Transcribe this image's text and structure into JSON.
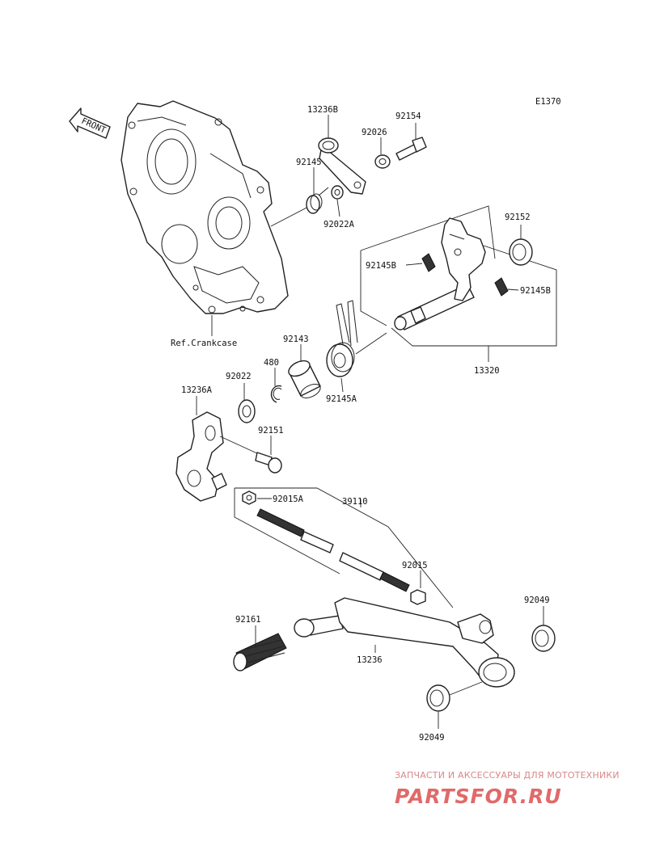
{
  "diagram_code": "E1370",
  "front_label": "FRONT",
  "ref_label": "Ref.Crankcase",
  "parts": {
    "p13236B": "13236B",
    "p92154": "92154",
    "p92026": "92026",
    "p92145": "92145",
    "p92022A": "92022A",
    "p92152": "92152",
    "p92145B_left": "92145B",
    "p92145B_right": "92145B",
    "p92143": "92143",
    "p480": "480",
    "p92145A": "92145A",
    "p13320": "13320",
    "p92022": "92022",
    "p13236A": "13236A",
    "p92151": "92151",
    "p92015A": "92015A",
    "p39110": "39110",
    "p92015": "92015",
    "p92049_top": "92049",
    "p92161": "92161",
    "p13236": "13236",
    "p92049_bottom": "92049"
  },
  "watermark": {
    "tagline": "ЗАПЧАСТИ И АКСЕССУАРЫ ДЛЯ МОТОТЕХНИКИ",
    "brand": "PARTSFOR.RU"
  }
}
